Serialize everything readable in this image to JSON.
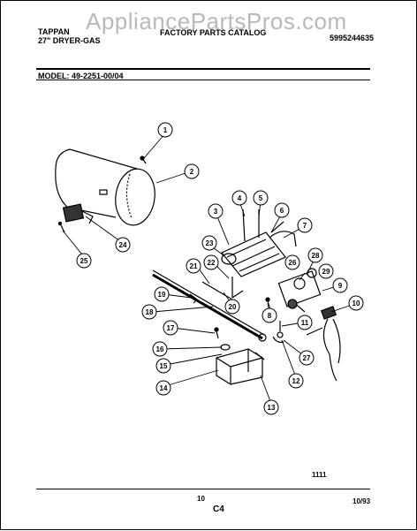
{
  "watermark": "AppliancePartsPros.com",
  "header": {
    "brand": "TAPPAN",
    "product": "27\" DRYER-GAS",
    "catalog": "FACTORY PARTS CATALOG",
    "doc_number": "5995244635",
    "model_label": "MODEL:",
    "model_value": "49-2251-00/04"
  },
  "footer": {
    "ref_code": "1111",
    "page": "10",
    "section": "C4",
    "date": "10/93"
  },
  "callouts": [
    {
      "id": "c1",
      "label": "1"
    },
    {
      "id": "c2",
      "label": "2"
    },
    {
      "id": "c3",
      "label": "3"
    },
    {
      "id": "c4",
      "label": "4"
    },
    {
      "id": "c5",
      "label": "5"
    },
    {
      "id": "c6",
      "label": "6"
    },
    {
      "id": "c7",
      "label": "7"
    },
    {
      "id": "c8",
      "label": "8"
    },
    {
      "id": "c9",
      "label": "9"
    },
    {
      "id": "c10",
      "label": "10"
    },
    {
      "id": "c11",
      "label": "11"
    },
    {
      "id": "c12",
      "label": "12"
    },
    {
      "id": "c13",
      "label": "13"
    },
    {
      "id": "c14",
      "label": "14"
    },
    {
      "id": "c15",
      "label": "15"
    },
    {
      "id": "c16",
      "label": "16"
    },
    {
      "id": "c17",
      "label": "17"
    },
    {
      "id": "c18",
      "label": "18"
    },
    {
      "id": "c19",
      "label": "19"
    },
    {
      "id": "c20",
      "label": "20"
    },
    {
      "id": "c21",
      "label": "21"
    },
    {
      "id": "c22",
      "label": "22"
    },
    {
      "id": "c23",
      "label": "23"
    },
    {
      "id": "c24",
      "label": "24"
    },
    {
      "id": "c25",
      "label": "25"
    },
    {
      "id": "c26",
      "label": "26"
    },
    {
      "id": "c27",
      "label": "27"
    },
    {
      "id": "c28",
      "label": "28"
    },
    {
      "id": "c29",
      "label": "29"
    }
  ]
}
